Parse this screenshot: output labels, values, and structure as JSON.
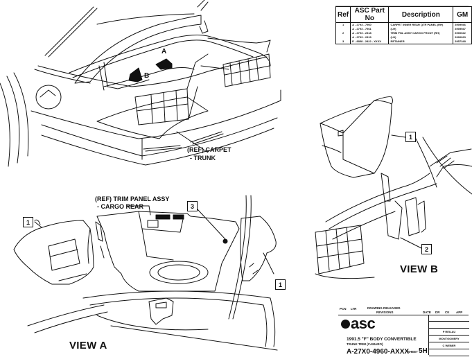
{
  "drawing": {
    "callouts": {
      "arrow_a": "A",
      "arrow_b": "B",
      "view_b_item1": "1",
      "view_b_item2": "2",
      "view_a_left_item1": "1",
      "view_a_item3": "3",
      "view_a_right_item1": "1"
    },
    "labels": {
      "carpet_line1": "(REF) CARPET",
      "carpet_line2": "- TRUNK",
      "trim_line1": "(REF) TRIM PANEL ASSY",
      "trim_line2": "- CARGO REAR"
    },
    "views": {
      "view_a": "VIEW A",
      "view_b": "VIEW B"
    }
  },
  "parts_table": {
    "headers": [
      "Ref",
      "ASC Part No",
      "Description",
      "GM"
    ],
    "rows": [
      {
        "ref": "1",
        "asc": "A - 2793 - 7960",
        "desc": "CARPET  INNER REAR QTR PANEL (RH)",
        "gm": "3909946"
      },
      {
        "ref": "",
        "asc": "A - 2793 - 7961",
        "desc": "(LH)",
        "gm": "3909947"
      },
      {
        "ref": "2",
        "asc": "A - 2793 - 2318",
        "desc": "TRIM PNL ASSY  CARGO FRONT (RH)",
        "gm": "3900022"
      },
      {
        "ref": "",
        "asc": "A - 2793 - 2319",
        "desc": "(LH)",
        "gm": "3900023"
      },
      {
        "ref": "3",
        "asc": "E - 8858 - 2822 - XXXX",
        "desc": "RETAINER",
        "gm": "3957348"
      }
    ]
  },
  "title_block": {
    "pcn_label": "PCN",
    "ltr_label": "LTR",
    "released_label": "DRAWING RELEASED",
    "revisions_label": "REVISIONS",
    "date_label": "DATE",
    "dr_label": "DR",
    "ck_label": "CK",
    "app_label": "APP",
    "company": "asc",
    "title": "1991.5 \"F\" BODY CONVERTIBLE",
    "subtitle": "TRUNK TRIM (CAMARO)",
    "drawing_number": "A-27X0-4960-AXXX",
    "sheet_label": "SHEET",
    "sheet": "5H",
    "signatures": [
      "",
      "",
      "P REILAU",
      "MONTGOMERY",
      "C WEBER",
      ""
    ]
  }
}
